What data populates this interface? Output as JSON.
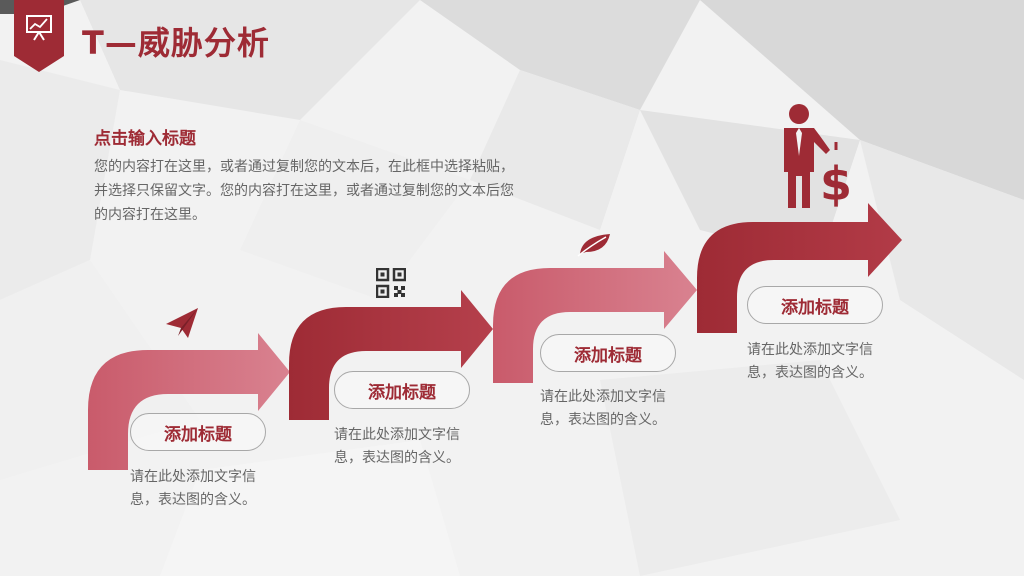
{
  "slide": {
    "title": "T—威胁分析",
    "intro": {
      "title": "点击输入标题",
      "body": "您的内容打在这里，或者通过复制您的文本后，在此框中选择粘贴，并选择只保留文字。您的内容打在这里，或者通过复制您的文本后您的内容打在这里。"
    },
    "steps": [
      {
        "label": "添加标题",
        "desc": "请在此处添加文字信息，表达图的含义。",
        "icon": "paper-plane-icon"
      },
      {
        "label": "添加标题",
        "desc": "请在此处添加文字信息，表达图的含义。",
        "icon": "qr-code-icon"
      },
      {
        "label": "添加标题",
        "desc": "请在此处添加文字信息，表达图的含义。",
        "icon": "leaf-icon"
      },
      {
        "label": "添加标题",
        "desc": "请在此处添加文字信息，表达图的含义。",
        "icon": "businessman-dollar-icon"
      }
    ]
  },
  "colors": {
    "accent_dark": "#9e2b35",
    "accent_light": "#c95b6b",
    "text_gray": "#666666"
  }
}
